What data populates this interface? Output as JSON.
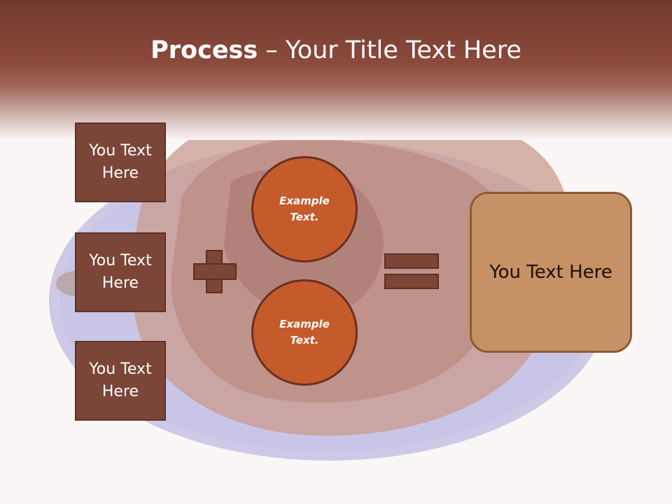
{
  "slide": {
    "title_bold": "Process",
    "title_rest": " – Your Title Text Here"
  },
  "left_boxes": [
    {
      "label": "You Text\nHere"
    },
    {
      "label": "You Text\nHere"
    },
    {
      "label": "You Text\nHere"
    }
  ],
  "circles": [
    {
      "label": "Example\nText."
    },
    {
      "label": "Example\nText."
    }
  ],
  "operators": {
    "plus_icon": "plus-icon",
    "equals_icon": "equals-icon"
  },
  "result": {
    "label": "You Text Here"
  },
  "colors": {
    "header": "#8b4a3b",
    "box_fill": "#7b4638",
    "circle_fill": "#c55a2b",
    "result_fill": "#c69164"
  }
}
